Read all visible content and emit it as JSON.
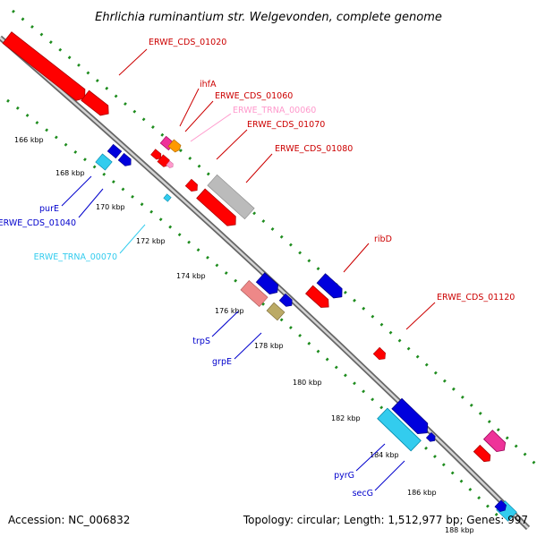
{
  "title": "Ehrlichia ruminantium str. Welgevonden, complete genome",
  "footer": {
    "accession": "Accession: NC_006832",
    "topology": "Topology: circular; Length: 1,512,977 bp; Genes: 997"
  },
  "colors": {
    "backbone": "#a0a0a0",
    "ticks": "#1e8c1e",
    "cds": "#ff0000",
    "cds_plus_label": "#cc0000",
    "cds_blue": "#0000dd",
    "trna_pink": "#ff99cc",
    "trna_cyan": "#33ccee",
    "magenta": "#ee3399",
    "orange": "#ff9900",
    "salmon": "#ee8888",
    "olive": "#bbaa66",
    "gray": "#bbbbbb"
  },
  "scale_labels": [
    "166 kbp",
    "168 kbp",
    "170 kbp",
    "172 kbp",
    "174 kbp",
    "176 kbp",
    "178 kbp",
    "180 kbp",
    "182 kbp",
    "184 kbp",
    "186 kbp",
    "188 kbp"
  ],
  "features": {
    "erwe_cds_01020": "ERWE_CDS_01020",
    "ihfa": "ihfA",
    "erwe_cds_01060": "ERWE_CDS_01060",
    "erwe_trna_00060": "ERWE_TRNA_00060",
    "erwe_cds_01070": "ERWE_CDS_01070",
    "erwe_cds_01080": "ERWE_CDS_01080",
    "pure": "purE",
    "erwe_cds_01040": "ERWE_CDS_01040",
    "erwe_trna_00070": "ERWE_TRNA_00070",
    "ribd": "ribD",
    "erwe_cds_01120": "ERWE_CDS_01120",
    "trps": "trpS",
    "grpe": "grpE",
    "pyrg": "pyrG",
    "secg": "secG"
  }
}
